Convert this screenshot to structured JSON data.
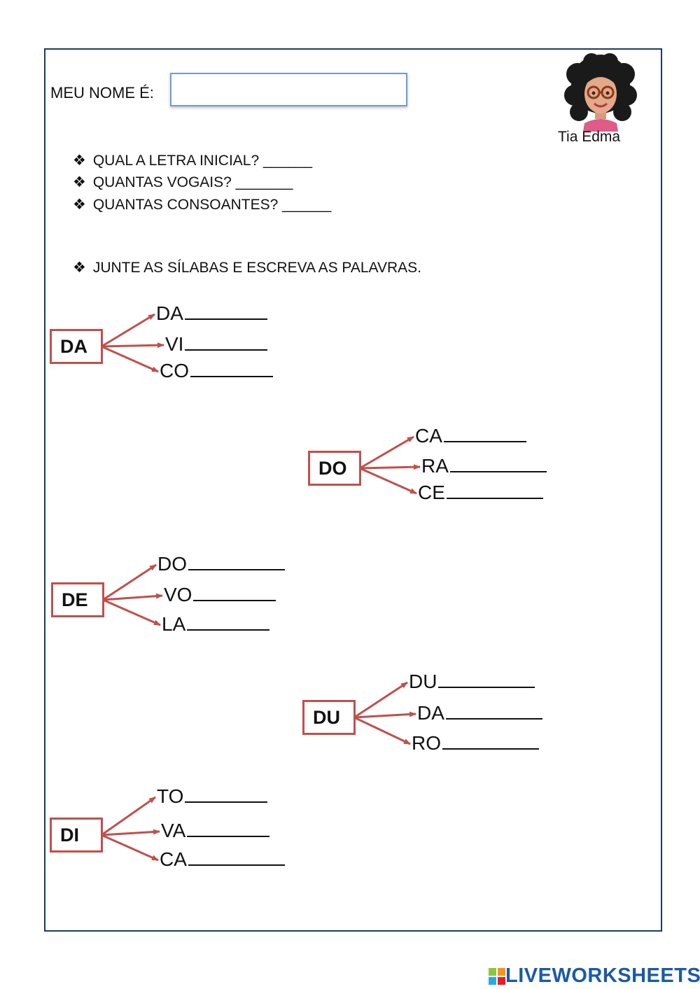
{
  "header": {
    "name_label": "MEU NOME É:",
    "name_value": "",
    "avatar_caption": "Tia Edma"
  },
  "questions": [
    {
      "bullet": "❖",
      "text": "QUAL A LETRA INICIAL?",
      "blank": "______"
    },
    {
      "bullet": "❖",
      "text": "QUANTAS VOGAIS?",
      "blank": "_______"
    },
    {
      "bullet": "❖",
      "text": "QUANTAS CONSOANTES?",
      "blank": "______"
    }
  ],
  "instruction": {
    "bullet": "❖",
    "text": "JUNTE AS SÍLABAS E ESCREVA AS PALAVRAS."
  },
  "groups": [
    {
      "root": "DA",
      "syllables": [
        "DA",
        "VI",
        "CO"
      ]
    },
    {
      "root": "DO",
      "syllables": [
        "CA",
        "RA",
        "CE"
      ]
    },
    {
      "root": "DE",
      "syllables": [
        "DO",
        "VO",
        "LA"
      ]
    },
    {
      "root": "DU",
      "syllables": [
        "DU",
        "DA",
        "RO"
      ]
    },
    {
      "root": "DI",
      "syllables": [
        "TO",
        "VA",
        "CA"
      ]
    }
  ],
  "colors": {
    "accent": "#c0504d",
    "border": "#1f3a5f",
    "input_border": "#6f9bd6"
  },
  "footer": {
    "brand": "LIVEWORKSHEETS"
  }
}
